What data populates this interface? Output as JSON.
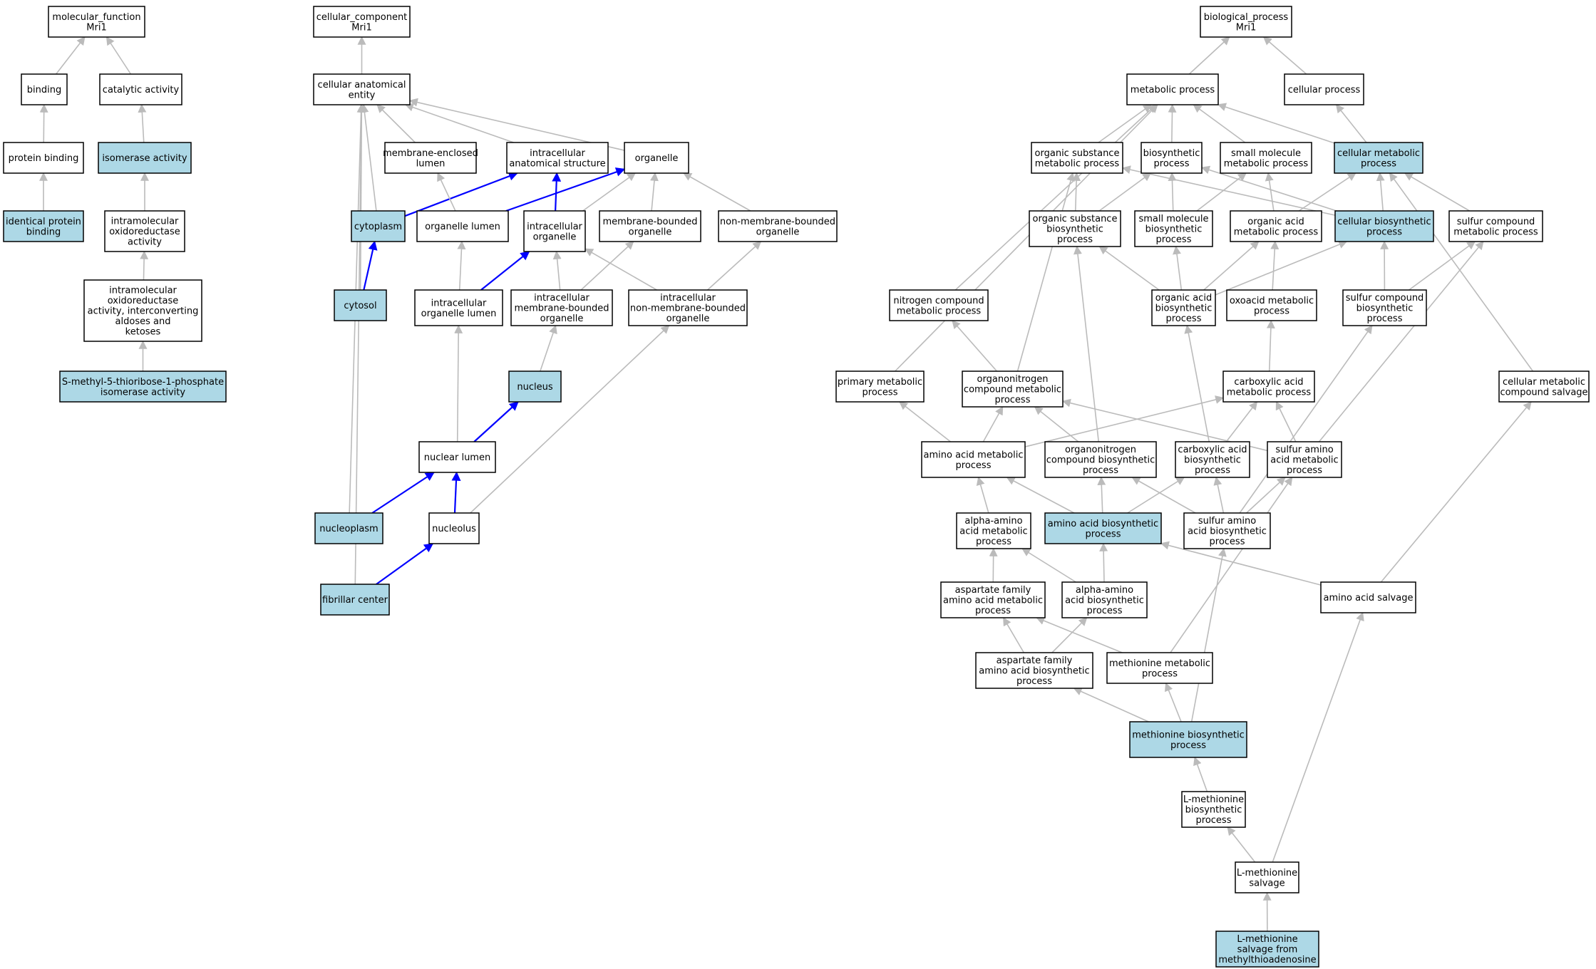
{
  "colors": {
    "highlight_fill": "#add8e6",
    "plain_fill": "#ffffff",
    "isa_edge": "#bbbbbb",
    "partof_edge": "#0000ff"
  },
  "nodes": [
    {
      "id": "mf_root",
      "label": [
        "molecular_function",
        "Mri1"
      ]
    },
    {
      "id": "binding",
      "label": [
        "binding"
      ]
    },
    {
      "id": "catalytic",
      "label": [
        "catalytic activity"
      ]
    },
    {
      "id": "protein_binding",
      "label": [
        "protein binding"
      ]
    },
    {
      "id": "isomerase",
      "label": [
        "isomerase activity"
      ],
      "highlight": true
    },
    {
      "id": "identical_binding",
      "label": [
        "identical protein",
        "binding"
      ],
      "highlight": true
    },
    {
      "id": "intramol",
      "label": [
        "intramolecular",
        "oxidoreductase",
        "activity"
      ]
    },
    {
      "id": "intramol_interconv",
      "label": [
        "intramolecular",
        "oxidoreductase",
        "activity, interconverting",
        "aldoses and",
        "ketoses"
      ]
    },
    {
      "id": "s_methyl",
      "label": [
        "S-methyl-5-thioribose-1-phosphate",
        "isomerase activity"
      ],
      "highlight": true
    },
    {
      "id": "cc_root",
      "label": [
        "cellular_component",
        "Mri1"
      ]
    },
    {
      "id": "cae",
      "label": [
        "cellular anatomical",
        "entity"
      ]
    },
    {
      "id": "membrane_enclosed",
      "label": [
        "membrane-enclosed",
        "lumen"
      ]
    },
    {
      "id": "ias",
      "label": [
        "intracellular",
        "anatomical structure"
      ]
    },
    {
      "id": "organelle",
      "label": [
        "organelle"
      ]
    },
    {
      "id": "cytoplasm",
      "label": [
        "cytoplasm"
      ],
      "highlight": true
    },
    {
      "id": "organelle_lumen",
      "label": [
        "organelle lumen"
      ]
    },
    {
      "id": "ic_organelle",
      "label": [
        "intracellular",
        "organelle"
      ]
    },
    {
      "id": "membrane_bounded",
      "label": [
        "membrane-bounded",
        "organelle"
      ]
    },
    {
      "id": "nonmembrane_bounded",
      "label": [
        "non-membrane-bounded",
        "organelle"
      ]
    },
    {
      "id": "cytosol",
      "label": [
        "cytosol"
      ],
      "highlight": true
    },
    {
      "id": "ic_organelle_lumen",
      "label": [
        "intracellular",
        "organelle lumen"
      ]
    },
    {
      "id": "ic_mbo",
      "label": [
        "intracellular",
        "membrane-bounded",
        "organelle"
      ]
    },
    {
      "id": "ic_nmbo",
      "label": [
        "intracellular",
        "non-membrane-bounded",
        "organelle"
      ]
    },
    {
      "id": "nucleus",
      "label": [
        "nucleus"
      ],
      "highlight": true
    },
    {
      "id": "nuclear_lumen",
      "label": [
        "nuclear lumen"
      ]
    },
    {
      "id": "nucleoplasm",
      "label": [
        "nucleoplasm"
      ],
      "highlight": true
    },
    {
      "id": "nucleolus",
      "label": [
        "nucleolus"
      ]
    },
    {
      "id": "fibrillar",
      "label": [
        "fibrillar center"
      ],
      "highlight": true
    },
    {
      "id": "bp_root",
      "label": [
        "biological_process",
        "Mri1"
      ]
    },
    {
      "id": "metabolic",
      "label": [
        "metabolic process"
      ]
    },
    {
      "id": "cellular_process",
      "label": [
        "cellular process"
      ]
    },
    {
      "id": "org_subst_met",
      "label": [
        "organic substance",
        "metabolic process"
      ]
    },
    {
      "id": "biosynthetic",
      "label": [
        "biosynthetic",
        "process"
      ]
    },
    {
      "id": "small_mol_met",
      "label": [
        "small molecule",
        "metabolic process"
      ]
    },
    {
      "id": "cell_met",
      "label": [
        "cellular metabolic",
        "process"
      ],
      "highlight": true
    },
    {
      "id": "org_subst_bios",
      "label": [
        "organic substance",
        "biosynthetic",
        "process"
      ]
    },
    {
      "id": "small_mol_bios",
      "label": [
        "small molecule",
        "biosynthetic",
        "process"
      ]
    },
    {
      "id": "org_acid_met",
      "label": [
        "organic acid",
        "metabolic process"
      ]
    },
    {
      "id": "cell_bios",
      "label": [
        "cellular biosynthetic",
        "process"
      ],
      "highlight": true
    },
    {
      "id": "sulfur_cmpd_met",
      "label": [
        "sulfur compound",
        "metabolic process"
      ]
    },
    {
      "id": "nitrogen_met",
      "label": [
        "nitrogen compound",
        "metabolic process"
      ]
    },
    {
      "id": "org_acid_bios",
      "label": [
        "organic acid",
        "biosynthetic",
        "process"
      ]
    },
    {
      "id": "oxoacid_met",
      "label": [
        "oxoacid metabolic",
        "process"
      ]
    },
    {
      "id": "sulfur_cmpd_bios",
      "label": [
        "sulfur compound",
        "biosynthetic",
        "process"
      ]
    },
    {
      "id": "primary_met",
      "label": [
        "primary metabolic",
        "process"
      ]
    },
    {
      "id": "orgN_met",
      "label": [
        "organonitrogen",
        "compound metabolic",
        "process"
      ]
    },
    {
      "id": "carbox_met",
      "label": [
        "carboxylic acid",
        "metabolic process"
      ]
    },
    {
      "id": "cell_met_salvage",
      "label": [
        "cellular metabolic",
        "compound salvage"
      ]
    },
    {
      "id": "aa_met",
      "label": [
        "amino acid metabolic",
        "process"
      ]
    },
    {
      "id": "orgN_bios",
      "label": [
        "organonitrogen",
        "compound biosynthetic",
        "process"
      ]
    },
    {
      "id": "carbox_bios",
      "label": [
        "carboxylic acid",
        "biosynthetic",
        "process"
      ]
    },
    {
      "id": "sulfur_aa_met",
      "label": [
        "sulfur amino",
        "acid metabolic",
        "process"
      ]
    },
    {
      "id": "alpha_aa_met",
      "label": [
        "alpha-amino",
        "acid metabolic",
        "process"
      ]
    },
    {
      "id": "aa_bios",
      "label": [
        "amino acid biosynthetic",
        "process"
      ],
      "highlight": true
    },
    {
      "id": "sulfur_aa_bios",
      "label": [
        "sulfur amino",
        "acid biosynthetic",
        "process"
      ]
    },
    {
      "id": "asp_met",
      "label": [
        "aspartate family",
        "amino acid metabolic",
        "process"
      ]
    },
    {
      "id": "alpha_aa_bios",
      "label": [
        "alpha-amino",
        "acid biosynthetic",
        "process"
      ]
    },
    {
      "id": "aa_salvage",
      "label": [
        "amino acid salvage"
      ]
    },
    {
      "id": "asp_bios",
      "label": [
        "aspartate family",
        "amino acid biosynthetic",
        "process"
      ]
    },
    {
      "id": "met_met",
      "label": [
        "methionine metabolic",
        "process"
      ]
    },
    {
      "id": "met_bios",
      "label": [
        "methionine biosynthetic",
        "process"
      ],
      "highlight": true
    },
    {
      "id": "lmet_bios",
      "label": [
        "L-methionine",
        "biosynthetic",
        "process"
      ]
    },
    {
      "id": "lmet_salvage",
      "label": [
        "L-methionine",
        "salvage"
      ]
    },
    {
      "id": "lmet_salvage_mta",
      "label": [
        "L-methionine",
        "salvage from",
        "methylthioadenosine"
      ],
      "highlight": true
    }
  ],
  "edges": [
    {
      "child": "binding",
      "parent": "mf_root"
    },
    {
      "child": "catalytic",
      "parent": "mf_root"
    },
    {
      "child": "protein_binding",
      "parent": "binding"
    },
    {
      "child": "isomerase",
      "parent": "catalytic"
    },
    {
      "child": "identical_binding",
      "parent": "protein_binding"
    },
    {
      "child": "intramol",
      "parent": "isomerase"
    },
    {
      "child": "intramol_interconv",
      "parent": "intramol"
    },
    {
      "child": "s_methyl",
      "parent": "intramol_interconv"
    },
    {
      "child": "cae",
      "parent": "cc_root"
    },
    {
      "child": "membrane_enclosed",
      "parent": "cae"
    },
    {
      "child": "ias",
      "parent": "cae"
    },
    {
      "child": "organelle",
      "parent": "cae"
    },
    {
      "child": "cytoplasm",
      "parent": "cae"
    },
    {
      "child": "cytosol",
      "parent": "cae"
    },
    {
      "child": "nucleoplasm",
      "parent": "cae"
    },
    {
      "child": "fibrillar",
      "parent": "cae"
    },
    {
      "child": "cytoplasm",
      "parent": "ias",
      "rel": "part_of"
    },
    {
      "child": "cytosol",
      "parent": "cytoplasm",
      "rel": "part_of"
    },
    {
      "child": "organelle_lumen",
      "parent": "membrane_enclosed"
    },
    {
      "child": "organelle_lumen",
      "parent": "organelle",
      "rel": "part_of"
    },
    {
      "child": "ic_organelle",
      "parent": "ias",
      "rel": "part_of"
    },
    {
      "child": "ic_organelle",
      "parent": "organelle"
    },
    {
      "child": "membrane_bounded",
      "parent": "organelle"
    },
    {
      "child": "nonmembrane_bounded",
      "parent": "organelle"
    },
    {
      "child": "ic_organelle_lumen",
      "parent": "organelle_lumen"
    },
    {
      "child": "ic_organelle_lumen",
      "parent": "ic_organelle",
      "rel": "part_of"
    },
    {
      "child": "ic_mbo",
      "parent": "ic_organelle"
    },
    {
      "child": "ic_mbo",
      "parent": "membrane_bounded"
    },
    {
      "child": "ic_nmbo",
      "parent": "ic_organelle"
    },
    {
      "child": "ic_nmbo",
      "parent": "nonmembrane_bounded"
    },
    {
      "child": "nucleus",
      "parent": "ic_mbo"
    },
    {
      "child": "nuclear_lumen",
      "parent": "ic_organelle_lumen"
    },
    {
      "child": "nuclear_lumen",
      "parent": "nucleus",
      "rel": "part_of"
    },
    {
      "child": "nucleoplasm",
      "parent": "nuclear_lumen",
      "rel": "part_of"
    },
    {
      "child": "nucleolus",
      "parent": "nuclear_lumen",
      "rel": "part_of"
    },
    {
      "child": "nucleolus",
      "parent": "ic_nmbo"
    },
    {
      "child": "fibrillar",
      "parent": "nucleolus",
      "rel": "part_of"
    },
    {
      "child": "metabolic",
      "parent": "bp_root"
    },
    {
      "child": "cellular_process",
      "parent": "bp_root"
    },
    {
      "child": "org_subst_met",
      "parent": "metabolic"
    },
    {
      "child": "biosynthetic",
      "parent": "metabolic"
    },
    {
      "child": "small_mol_met",
      "parent": "metabolic"
    },
    {
      "child": "cell_met",
      "parent": "metabolic"
    },
    {
      "child": "cell_met",
      "parent": "cellular_process"
    },
    {
      "child": "nitrogen_met",
      "parent": "metabolic"
    },
    {
      "child": "primary_met",
      "parent": "metabolic"
    },
    {
      "child": "org_subst_bios",
      "parent": "org_subst_met"
    },
    {
      "child": "org_subst_bios",
      "parent": "biosynthetic"
    },
    {
      "child": "small_mol_bios",
      "parent": "biosynthetic"
    },
    {
      "child": "small_mol_bios",
      "parent": "small_mol_met"
    },
    {
      "child": "org_acid_met",
      "parent": "small_mol_met"
    },
    {
      "child": "org_acid_met",
      "parent": "cell_met"
    },
    {
      "child": "cell_bios",
      "parent": "biosynthetic"
    },
    {
      "child": "cell_bios",
      "parent": "cell_met"
    },
    {
      "child": "cell_bios",
      "parent": "org_subst_met"
    },
    {
      "child": "sulfur_cmpd_met",
      "parent": "cell_met"
    },
    {
      "child": "org_acid_bios",
      "parent": "org_subst_bios"
    },
    {
      "child": "org_acid_bios",
      "parent": "small_mol_bios"
    },
    {
      "child": "org_acid_bios",
      "parent": "org_acid_met"
    },
    {
      "child": "org_acid_bios",
      "parent": "cell_bios"
    },
    {
      "child": "oxoacid_met",
      "parent": "org_acid_met"
    },
    {
      "child": "sulfur_cmpd_bios",
      "parent": "cell_bios"
    },
    {
      "child": "sulfur_cmpd_bios",
      "parent": "sulfur_cmpd_met"
    },
    {
      "child": "orgN_met",
      "parent": "nitrogen_met"
    },
    {
      "child": "orgN_met",
      "parent": "org_subst_met"
    },
    {
      "child": "carbox_met",
      "parent": "oxoacid_met"
    },
    {
      "child": "cell_met_salvage",
      "parent": "cell_met"
    },
    {
      "child": "aa_met",
      "parent": "primary_met"
    },
    {
      "child": "aa_met",
      "parent": "orgN_met"
    },
    {
      "child": "aa_met",
      "parent": "carbox_met"
    },
    {
      "child": "orgN_bios",
      "parent": "orgN_met"
    },
    {
      "child": "orgN_bios",
      "parent": "org_subst_bios"
    },
    {
      "child": "carbox_bios",
      "parent": "carbox_met"
    },
    {
      "child": "carbox_bios",
      "parent": "org_acid_bios"
    },
    {
      "child": "sulfur_aa_met",
      "parent": "carbox_met"
    },
    {
      "child": "sulfur_aa_met",
      "parent": "orgN_met"
    },
    {
      "child": "sulfur_aa_met",
      "parent": "sulfur_cmpd_met"
    },
    {
      "child": "alpha_aa_met",
      "parent": "aa_met"
    },
    {
      "child": "aa_bios",
      "parent": "aa_met"
    },
    {
      "child": "aa_bios",
      "parent": "orgN_bios"
    },
    {
      "child": "aa_bios",
      "parent": "carbox_bios"
    },
    {
      "child": "sulfur_aa_bios",
      "parent": "sulfur_aa_met"
    },
    {
      "child": "sulfur_aa_bios",
      "parent": "carbox_bios"
    },
    {
      "child": "sulfur_aa_bios",
      "parent": "orgN_bios"
    },
    {
      "child": "sulfur_aa_bios",
      "parent": "sulfur_cmpd_bios"
    },
    {
      "child": "asp_met",
      "parent": "alpha_aa_met"
    },
    {
      "child": "alpha_aa_bios",
      "parent": "alpha_aa_met"
    },
    {
      "child": "alpha_aa_bios",
      "parent": "aa_bios"
    },
    {
      "child": "aa_salvage",
      "parent": "aa_bios"
    },
    {
      "child": "aa_salvage",
      "parent": "cell_met_salvage"
    },
    {
      "child": "asp_bios",
      "parent": "asp_met"
    },
    {
      "child": "asp_bios",
      "parent": "alpha_aa_bios"
    },
    {
      "child": "met_met",
      "parent": "asp_met"
    },
    {
      "child": "met_met",
      "parent": "sulfur_aa_met"
    },
    {
      "child": "met_bios",
      "parent": "asp_bios"
    },
    {
      "child": "met_bios",
      "parent": "met_met"
    },
    {
      "child": "met_bios",
      "parent": "sulfur_aa_bios"
    },
    {
      "child": "lmet_bios",
      "parent": "met_bios"
    },
    {
      "child": "lmet_salvage",
      "parent": "lmet_bios"
    },
    {
      "child": "lmet_salvage",
      "parent": "aa_salvage"
    },
    {
      "child": "lmet_salvage_mta",
      "parent": "lmet_salvage"
    }
  ]
}
